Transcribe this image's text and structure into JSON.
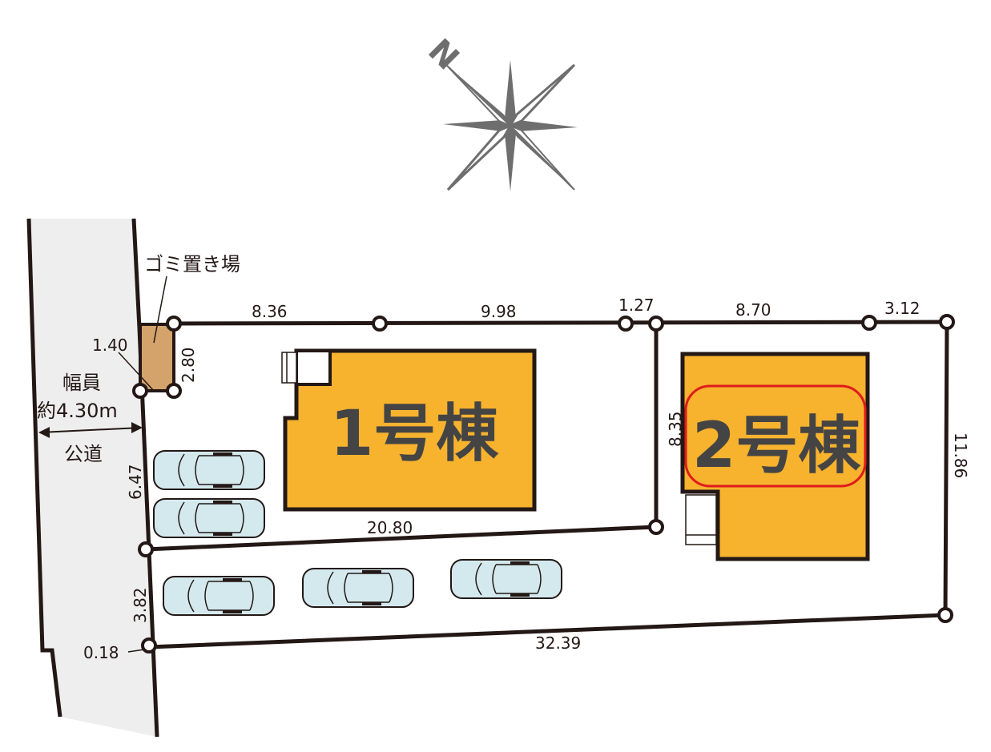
{
  "compass": {
    "label": "N",
    "color": "#6e6e6e"
  },
  "road": {
    "label": "公道",
    "width_label": "幅員",
    "width_value": "約4.30m",
    "fill": "#eeeeee"
  },
  "garbage_area": {
    "label": "ゴミ置き場",
    "width": "1.40",
    "depth": "2.80",
    "fill": "#d4a26b"
  },
  "buildings": [
    {
      "name": "1号棟",
      "fill": "#f7b22e",
      "highlighted": false
    },
    {
      "name": "2号棟",
      "fill": "#f7b22e",
      "highlighted": true,
      "highlight_color": "#e01b1b"
    }
  ],
  "dimensions": {
    "top": [
      "8.36",
      "9.98",
      "1.27",
      "8.70",
      "3.12"
    ],
    "lot1_bottom": "20.80",
    "lot1_left": "6.47",
    "lot1_right": "8.35",
    "lot2_right": "11.86",
    "driveway_left": "3.82",
    "driveway_bottom": "32.39",
    "corner_offset": "0.18"
  },
  "parking": {
    "lot1_cars": 2,
    "driveway_cars": 3,
    "car_color": "#d3e9ee"
  }
}
